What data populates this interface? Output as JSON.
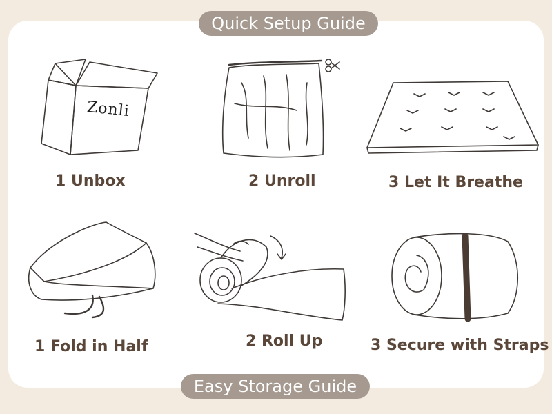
{
  "setup_title": "Quick Setup Guide",
  "storage_title": "Easy Storage Guide",
  "brand_on_box": "Zonli",
  "setup_steps": [
    {
      "label": "1 Unbox"
    },
    {
      "label": "2 Unroll"
    },
    {
      "label": "3 Let It Breathe"
    }
  ],
  "storage_steps": [
    {
      "label": "1 Fold in Half"
    },
    {
      "label": "2 Roll Up"
    },
    {
      "label": "3 Secure with Straps"
    }
  ],
  "colors": {
    "background": "#f3ebe0",
    "card": "#ffffff",
    "pill": "#a69a90",
    "label_text": "#5b4739",
    "strap": "#4a3c33"
  }
}
